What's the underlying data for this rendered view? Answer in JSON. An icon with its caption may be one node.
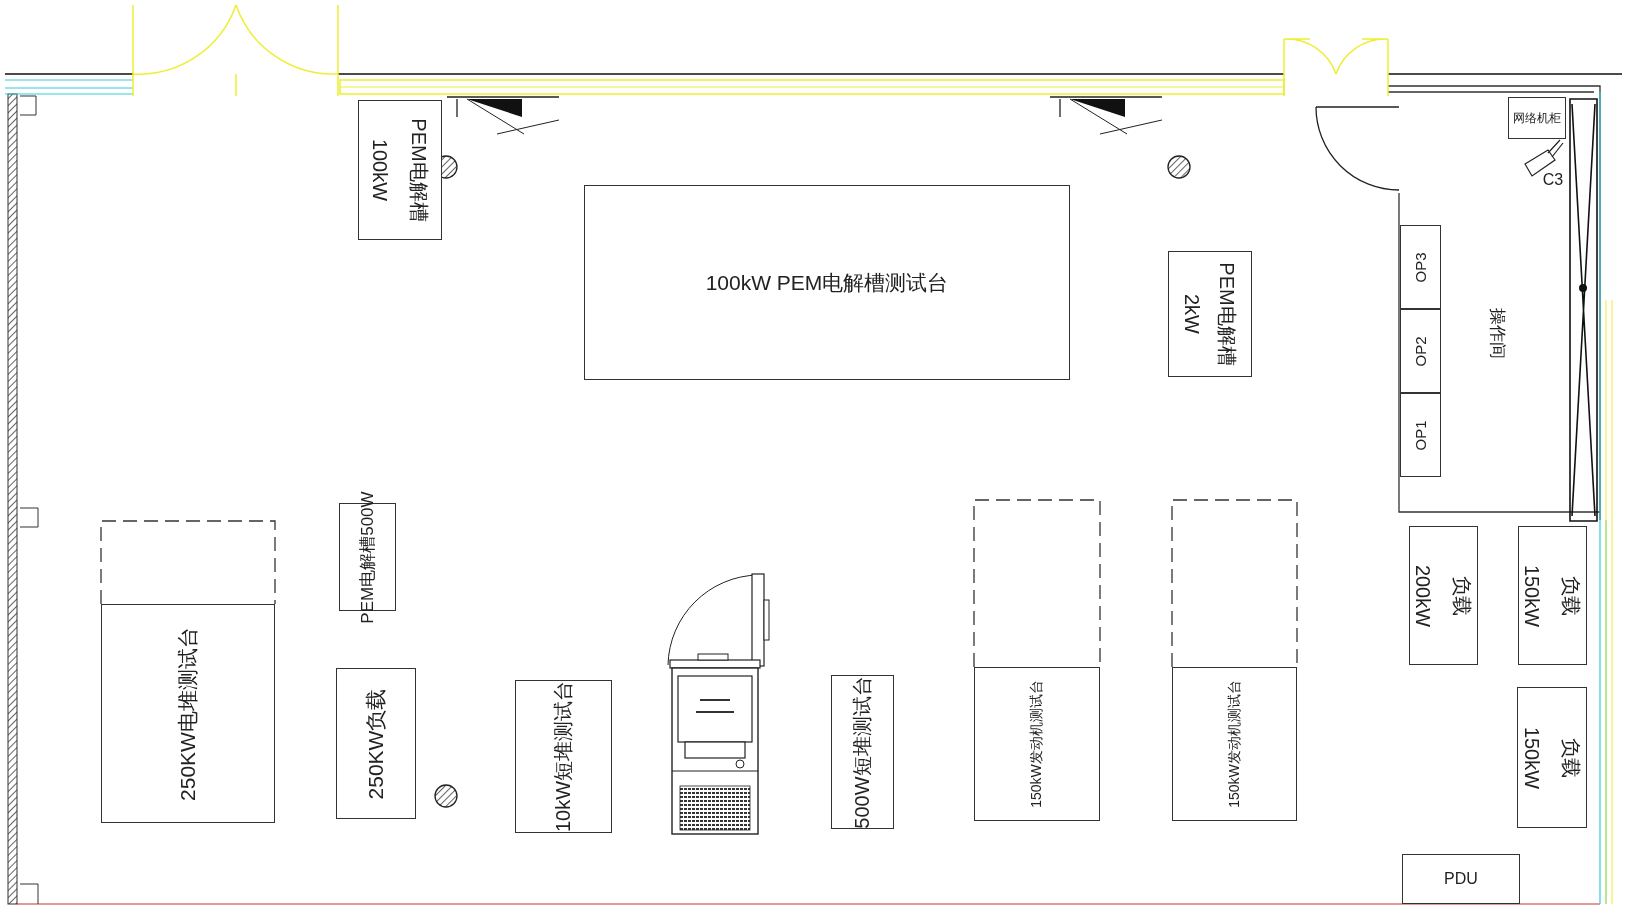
{
  "diagram": {
    "nodes": [
      {
        "text": [
          "PEM电解槽",
          "100kW"
        ]
      },
      {
        "text": [
          "100kW PEM电解槽测试台"
        ]
      },
      {
        "text": [
          "PEM电解槽",
          "2kW"
        ]
      },
      {
        "text": [
          "网络机柜"
        ]
      },
      {
        "text": [
          "OP3"
        ]
      },
      {
        "text": [
          "OP2"
        ]
      },
      {
        "text": [
          "OP1"
        ]
      },
      {
        "text": [
          "PEM电解槽500W"
        ]
      },
      {
        "text": [
          "负载",
          "200kW"
        ]
      },
      {
        "text": [
          "负载",
          "150kW"
        ]
      },
      {
        "text": [
          "250KW电堆测试台"
        ]
      },
      {
        "text": [
          "250KW负载"
        ]
      },
      {
        "text": [
          "10kW短堆测试台"
        ]
      },
      {
        "text": [
          "500W短堆测试台"
        ]
      },
      {
        "text": [
          "150kW发动机测试台"
        ]
      },
      {
        "text": [
          "150kW发动机测试台"
        ]
      },
      {
        "text": [
          "负载",
          "150kW"
        ]
      },
      {
        "text": [
          "PDU"
        ]
      }
    ],
    "labels": [
      "操作间",
      "C3"
    ]
  }
}
